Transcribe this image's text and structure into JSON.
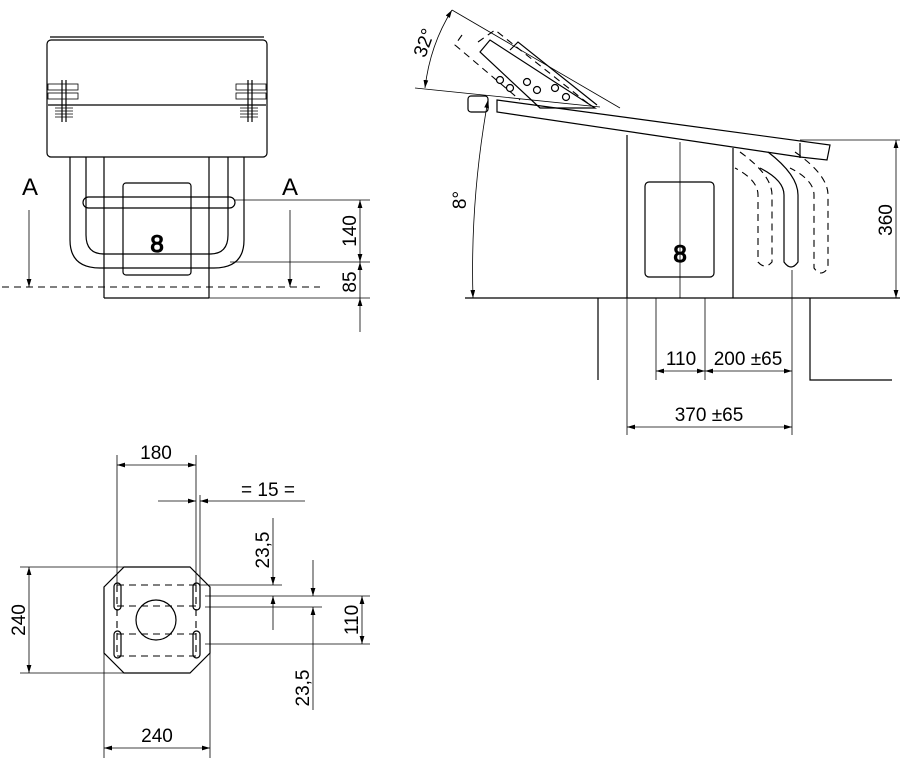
{
  "front_view": {
    "section_label_left": "A",
    "section_label_right": "A",
    "dim_140": "140",
    "dim_85": "85"
  },
  "side_view": {
    "angle_32": "32°",
    "angle_8": "8°",
    "dim_360": "360",
    "dim_110": "110",
    "dim_200": "200 ±65",
    "dim_370": "370 ±65"
  },
  "plan_view": {
    "dim_180": "180",
    "dim_15": "= 15 =",
    "dim_23_5_top": "23,5",
    "dim_110": "110",
    "dim_23_5_bottom": "23,5",
    "dim_240_vertical": "240",
    "dim_240_horizontal": "240"
  }
}
